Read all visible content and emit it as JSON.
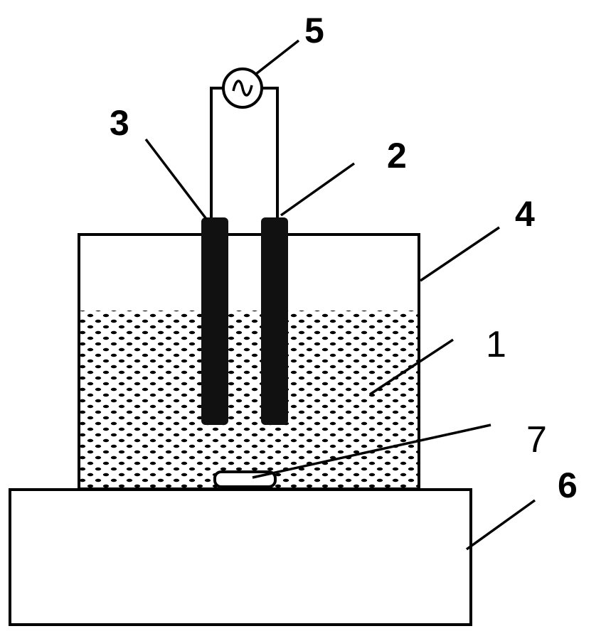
{
  "labels": {
    "electrolyte": "1",
    "electrode_right": "2",
    "electrode_left": "3",
    "container": "4",
    "ac_source": "5",
    "base_platform": "6",
    "stir_bar": "7"
  },
  "colors": {
    "line": "#000000",
    "background": "#ffffff",
    "electrode": "#111111"
  },
  "icons": {
    "ac_source_symbol": "sine-wave-icon"
  }
}
